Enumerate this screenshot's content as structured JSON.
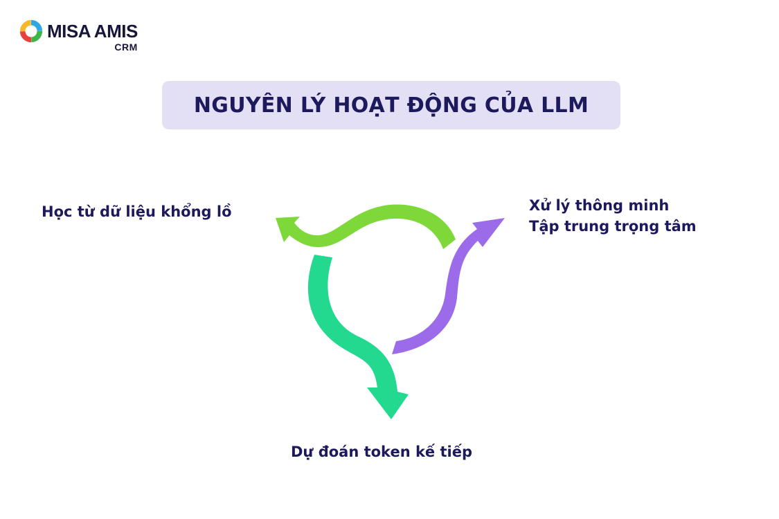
{
  "header": {
    "brand_name": "MISA AMIS",
    "brand_sub": "CRM"
  },
  "title": "NGUYÊN LÝ HOẠT ĐỘNG CỦA LLM",
  "diagram": {
    "steps": [
      {
        "label": "Học từ dữ liệu khổng lồ",
        "color": "#7ed83a"
      },
      {
        "lines": [
          "Xử lý thông minh",
          "Tập trung trọng tâm"
        ],
        "color": "#9b6bea"
      },
      {
        "label": "Dự đoán token kế tiếp",
        "color": "#22d98f"
      }
    ]
  },
  "colors": {
    "title_bg": "#e3e0f6",
    "text": "#1c1a5c"
  }
}
